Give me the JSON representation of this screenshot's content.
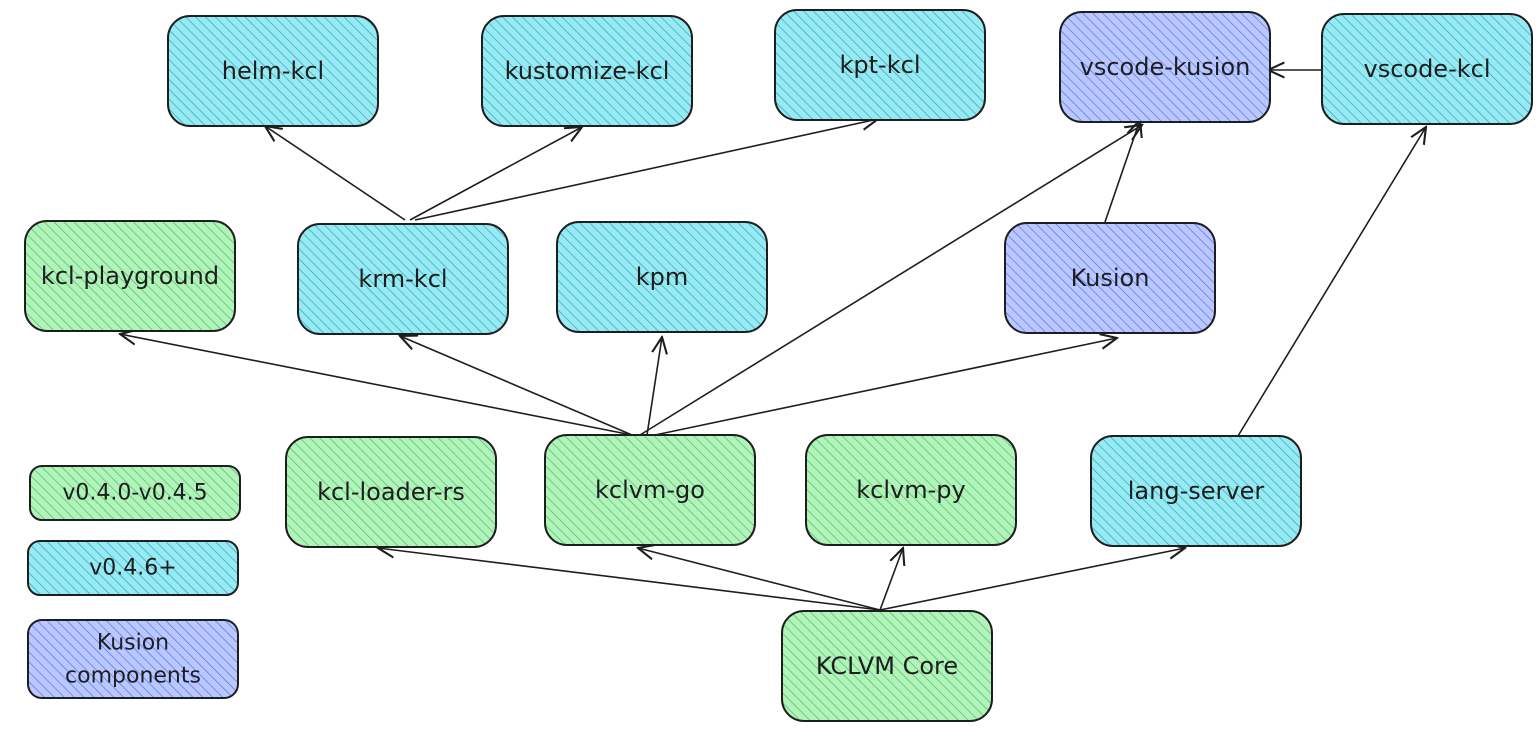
{
  "colors": {
    "green": "#b2f2bb",
    "green_hatch": "#40c057",
    "cyan": "#99e9f2",
    "cyan_hatch": "#15aabf",
    "blue": "#bac8ff",
    "blue_hatch": "#4c6ef5"
  },
  "nodes": {
    "helm_kcl": {
      "label": "helm-kcl",
      "color": "cyan"
    },
    "kustomize_kcl": {
      "label": "kustomize-kcl",
      "color": "cyan"
    },
    "kpt_kcl": {
      "label": "kpt-kcl",
      "color": "cyan"
    },
    "vscode_kusion": {
      "label": "vscode-kusion",
      "color": "blue"
    },
    "vscode_kcl": {
      "label": "vscode-kcl",
      "color": "cyan"
    },
    "kcl_playground": {
      "label": "kcl-playground",
      "color": "green"
    },
    "krm_kcl": {
      "label": "krm-kcl",
      "color": "cyan"
    },
    "kpm": {
      "label": "kpm",
      "color": "cyan"
    },
    "kusion": {
      "label": "Kusion",
      "color": "blue"
    },
    "kcl_loader_rs": {
      "label": "kcl-loader-rs",
      "color": "green"
    },
    "kclvm_go": {
      "label": "kclvm-go",
      "color": "green"
    },
    "kclvm_py": {
      "label": "kclvm-py",
      "color": "green"
    },
    "lang_server": {
      "label": "lang-server",
      "color": "cyan"
    },
    "kclvm_core": {
      "label": "KCLVM Core",
      "color": "green"
    }
  },
  "legend": [
    {
      "label": "v0.4.0-v0.4.5",
      "color": "green"
    },
    {
      "label": "v0.4.6+",
      "color": "cyan"
    },
    {
      "label_lines": [
        "Kusion",
        "components"
      ],
      "color": "blue"
    }
  ],
  "edges": [
    {
      "from": "kclvm_core",
      "to": "kcl_loader_rs"
    },
    {
      "from": "kclvm_core",
      "to": "kclvm_go"
    },
    {
      "from": "kclvm_core",
      "to": "kclvm_py"
    },
    {
      "from": "kclvm_core",
      "to": "lang_server"
    },
    {
      "from": "kclvm_go",
      "to": "kcl_playground"
    },
    {
      "from": "kclvm_go",
      "to": "krm_kcl"
    },
    {
      "from": "kclvm_go",
      "to": "kpm"
    },
    {
      "from": "kclvm_go",
      "to": "kusion"
    },
    {
      "from": "kclvm_go",
      "to": "vscode_kusion"
    },
    {
      "from": "krm_kcl",
      "to": "helm_kcl"
    },
    {
      "from": "krm_kcl",
      "to": "kustomize_kcl"
    },
    {
      "from": "krm_kcl",
      "to": "kpt_kcl"
    },
    {
      "from": "kusion",
      "to": "vscode_kusion"
    },
    {
      "from": "lang_server",
      "to": "vscode_kcl"
    },
    {
      "from": "vscode_kcl",
      "to": "vscode_kusion"
    }
  ]
}
